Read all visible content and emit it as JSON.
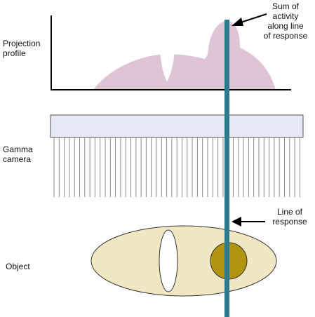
{
  "labels": {
    "projection": [
      "Projection",
      "profile"
    ],
    "gamma": [
      "Gamma",
      "camera"
    ],
    "object": "Object",
    "sum": [
      "Sum of",
      "activity",
      "along line",
      "of response"
    ],
    "line": [
      "Line of",
      "response"
    ]
  },
  "colors": {
    "profile_fill": "#dfc4d6",
    "camera_fill": "#e5e8f6",
    "collimator": "#888888",
    "object_fill": "#f1e7c2",
    "hot_spot": "#b1950f",
    "line_of_response": "#2e7a8c",
    "axis": "#000000"
  }
}
